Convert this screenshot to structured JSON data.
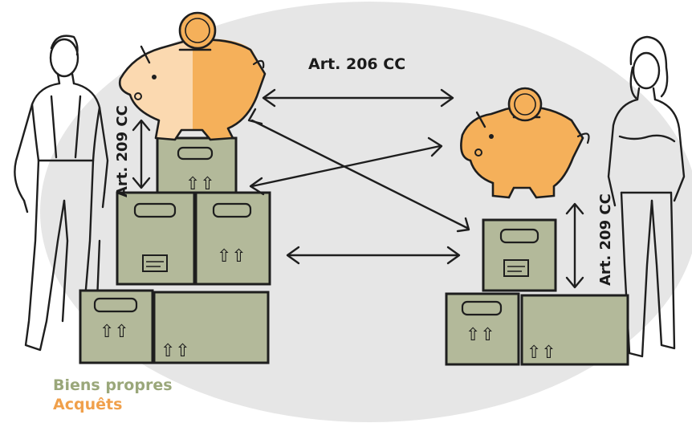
{
  "labels": {
    "art206": "Art. 206 CC",
    "art209_left": "Art. 209 CC",
    "art209_right": "Art. 209 CC"
  },
  "legend": {
    "propres": "Biens propres",
    "acquets": "Acquêts"
  },
  "colors": {
    "background_ellipse": "#e6e6e6",
    "box_green": "#b3b99a",
    "piggy_orange": "#f5b05a",
    "piggy_light": "#fbd9b0",
    "legend_propres": "#9aa77a",
    "legend_acquets": "#f0a04b",
    "ink": "#1e1e1e"
  }
}
